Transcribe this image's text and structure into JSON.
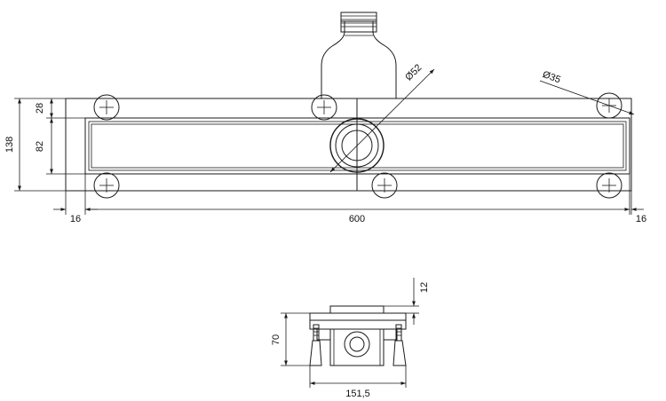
{
  "top_view": {
    "dimensions": {
      "height_total": "138",
      "top_margin": "28",
      "inner_height": "82",
      "left_edge": "16",
      "length": "600",
      "right_edge": "16",
      "outlet_diameter": "Ø52",
      "foot_diameter": "Ø35"
    }
  },
  "side_view": {
    "dimensions": {
      "grate_height": "12",
      "total_height": "70",
      "width": "151,5"
    }
  }
}
